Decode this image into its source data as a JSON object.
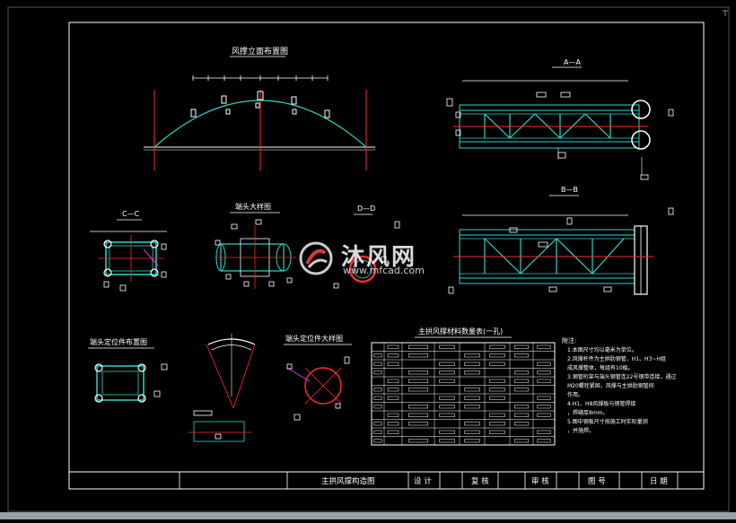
{
  "drawing": {
    "elevation_title": "风撑立面布置图",
    "section_aa": "A—A",
    "section_bb": "B—B",
    "section_cc": "C—C",
    "section_dd": "D—D",
    "node_detail_title": "端头大样图",
    "node_position_title": "端头定位件布置图",
    "node_position_detail_title": "端头定位件大样图",
    "table_title": "主拱风撑材料数量表(一孔)",
    "notes": {
      "heading": "附注:",
      "lines": [
        "1.本图尺寸均以毫米为单位。",
        "2.风撑杆件为主拱肋钢管，H1、H3~H组",
        "成风撑整体，每组有10榀。",
        "3.钢管桁架与端头钢管连22号钢带连接，通过",
        "M20螺栓紧固，风撑与主拱肋钢管间",
        "作用。",
        "4.H1、H8风撑板与钢管焊接",
        "，焊缝厚8mm。",
        "5.图中钢板尺寸按施工时实际量测",
        "，并施焊。"
      ]
    }
  },
  "title_block": {
    "drawing_name": "主拱风撑构造图",
    "design": "设 计",
    "review": "复 核",
    "check": "审 核",
    "drawing_no": "图 号",
    "date": "日 期"
  },
  "watermark": {
    "brand": "沐风网",
    "url": "www.mfcad.com"
  }
}
